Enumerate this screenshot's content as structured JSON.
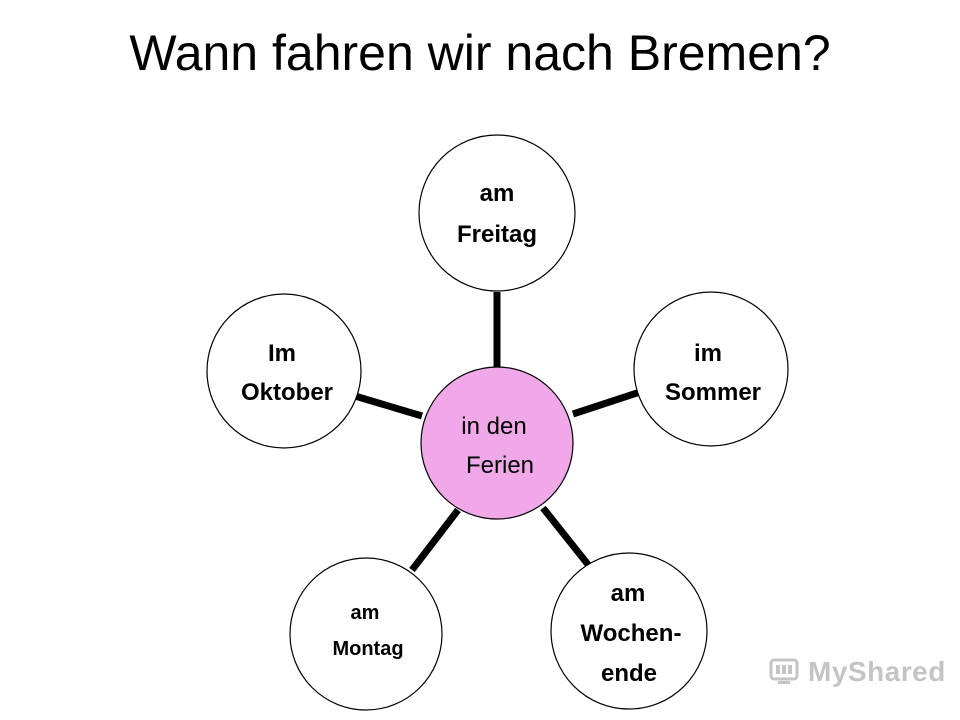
{
  "title": "Wann fahren wir nach Bremen?",
  "center": {
    "line1": "in den",
    "line2": "Ferien",
    "fill": "#f0a8e8"
  },
  "nodes": [
    {
      "id": "freitag",
      "line1": "am",
      "line2": "Freitag",
      "line3": ""
    },
    {
      "id": "sommer",
      "line1": "im",
      "line2": "Sommer",
      "line3": ""
    },
    {
      "id": "wochenende",
      "line1": "am",
      "line2": "Wochen-",
      "line3": "ende"
    },
    {
      "id": "montag",
      "line1": "am",
      "line2": "Montag",
      "line3": ""
    },
    {
      "id": "oktober",
      "line1": "Im",
      "line2": "Oktober",
      "line3": ""
    }
  ],
  "watermark": {
    "text": "MyShared"
  }
}
